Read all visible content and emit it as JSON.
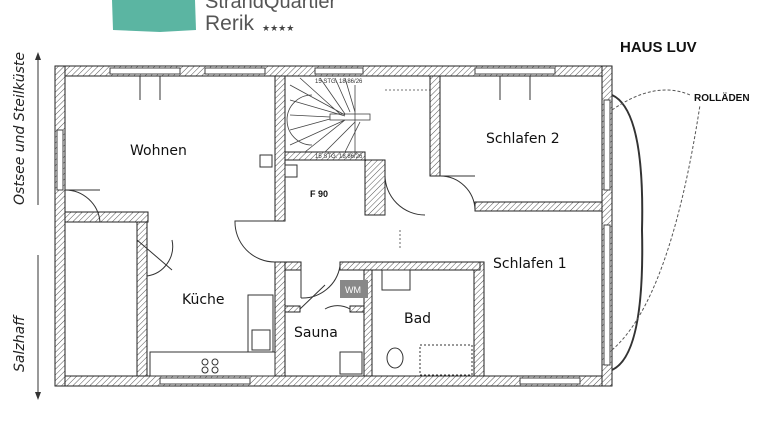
{
  "logo": {
    "brand_line1": "StrandQuartier",
    "brand_line2": "Rerik",
    "stars": "★★★★",
    "color": "#5bb5a2"
  },
  "title": "HAUS LUV",
  "annotation": "ROLLÄDEN",
  "orientation": {
    "top": "Ostsee und Steilküste",
    "bottom": "Salzhaff"
  },
  "rooms": {
    "wohnen": "Wohnen",
    "kueche": "Küche",
    "sauna": "Sauna",
    "bad": "Bad",
    "schlafen2": "Schlafen 2",
    "schlafen1": "Schlafen 1"
  },
  "labels": {
    "wm": "WM",
    "fire_door": "F 90",
    "stairs_top": "15 STG. 18,86/26",
    "stairs_bottom": "15 STG. 18,86/26"
  }
}
